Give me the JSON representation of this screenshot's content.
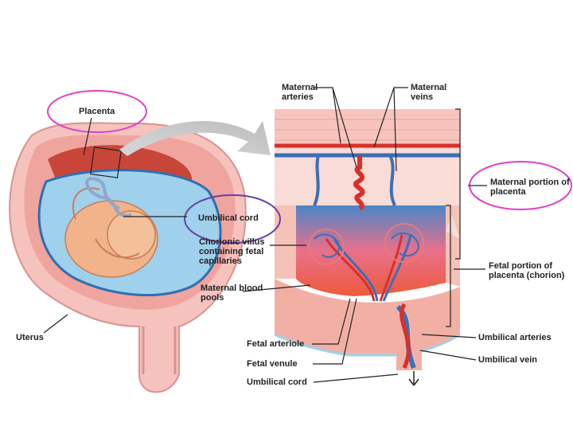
{
  "labels": {
    "placenta": "Placenta",
    "umbilical_cord_left": "Umbilical cord",
    "uterus": "Uterus",
    "maternal_arteries": "Maternal arteries",
    "maternal_veins": "Maternal veins",
    "maternal_portion": "Maternal portion of placenta",
    "chorionic_villus": "Chorionic villus containing fetal capillaries",
    "maternal_blood_pools": "Maternal blood pools",
    "fetal_portion": "Fetal portion of placenta (chorion)",
    "fetal_arteriole": "Fetal arteriole",
    "fetal_venule": "Fetal venule",
    "umbilical_cord_bottom": "Umbilical cord",
    "umbilical_arteries": "Umbilical arteries",
    "umbilical_vein": "Umbilical vein"
  },
  "colors": {
    "highlight_pink": "#e040c8",
    "highlight_purple": "#6a3da0",
    "artery_red": "#d8302a",
    "vein_blue": "#3a6fb8",
    "uterus_pink": "#f3b2ae",
    "amniotic_blue": "#9fd0ec"
  }
}
